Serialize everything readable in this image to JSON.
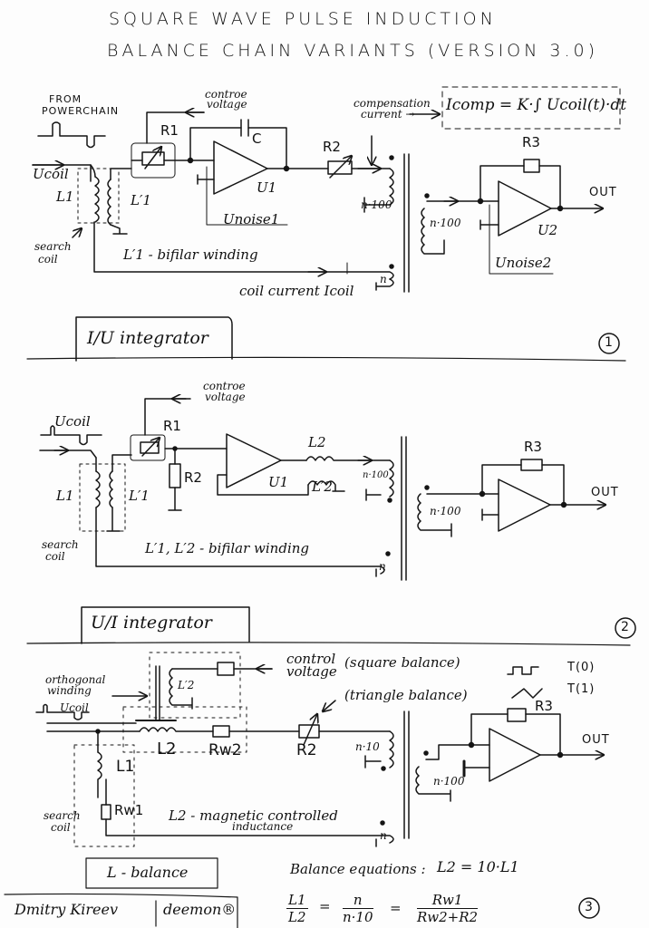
{
  "title": {
    "line1": "SQUARE WAVE PULSE INDUCTION",
    "line2": "BALANCE CHAIN VARIANTS (VERSION 3.0)"
  },
  "variant1": {
    "from_powerchain": [
      "FROM",
      "POWERCHAIN"
    ],
    "control_voltage": [
      "controe",
      "voltage"
    ],
    "compensation_current": [
      "compensation",
      "current →"
    ],
    "formula": "Icomp = K·∫ Ucoil(t)·dt",
    "labels": {
      "r1": "R1",
      "c": "C",
      "r2": "R2",
      "r3": "R3",
      "u1": "U1",
      "u2": "U2",
      "ucoil": "Ucoil",
      "l1": "L1",
      "l1p": "L′1",
      "unoise1": "Unoise1",
      "unoise2": "Unoise2",
      "n100a": "n·100",
      "n100b": "n·100",
      "n": "n",
      "out": "OUT",
      "search_coil": [
        "search",
        "coil"
      ],
      "bifilar": "L′1 - bifilar winding",
      "coil_current": "coil current Icoil"
    },
    "box_label": "I/U integrator",
    "number": "1"
  },
  "variant2": {
    "control_voltage": [
      "controe",
      "voltage"
    ],
    "labels": {
      "ucoil": "Ucoil",
      "r1": "R1",
      "r2": "R2",
      "r3": "R3",
      "u1": "U1",
      "l1": "L1",
      "l1p": "L′1",
      "l2": "L2",
      "l2p": "L′2",
      "n100a": "n·100",
      "n100b": "n·100",
      "n": "n",
      "out": "OUT",
      "search_coil": [
        "search",
        "coil"
      ],
      "bifilar": "L′1, L′2 - bifilar winding"
    },
    "box_label": "U/I integrator",
    "number": "2"
  },
  "variant3": {
    "orthogonal": [
      "orthogonal",
      "winding"
    ],
    "control_voltage": [
      "control",
      "voltage"
    ],
    "square_balance": "(square balance)",
    "square_mode": "T(0)",
    "triangle_balance": "(triangle balance)",
    "triangle_mode": "T(1)",
    "labels": {
      "ucoil": "Ucoil",
      "l2p": "L′2",
      "l2": "L2",
      "rw2": "Rw2",
      "r2": "R2",
      "l1": "L1",
      "rw1": "Rw1",
      "r3": "R3",
      "n10": "n·10",
      "n100": "n·100",
      "n": "n",
      "out": "OUT",
      "search_coil": [
        "search",
        "coil"
      ],
      "l2_desc": [
        "L2 - magnetic controlled",
        "inductance"
      ]
    },
    "box_label": "L - balance",
    "balance_equations_label": "Balance equations :",
    "eq1": "L2 = 10·L1",
    "eq2": {
      "f1_num": "L1",
      "f1_den": "L2",
      "f2_num": "n",
      "f2_den": "n·10",
      "f3_num": "Rw1",
      "f3_den": "Rw2+R2"
    },
    "number": "3"
  },
  "author": {
    "name": "Dmitry Kireev",
    "handle": "deemon®"
  }
}
